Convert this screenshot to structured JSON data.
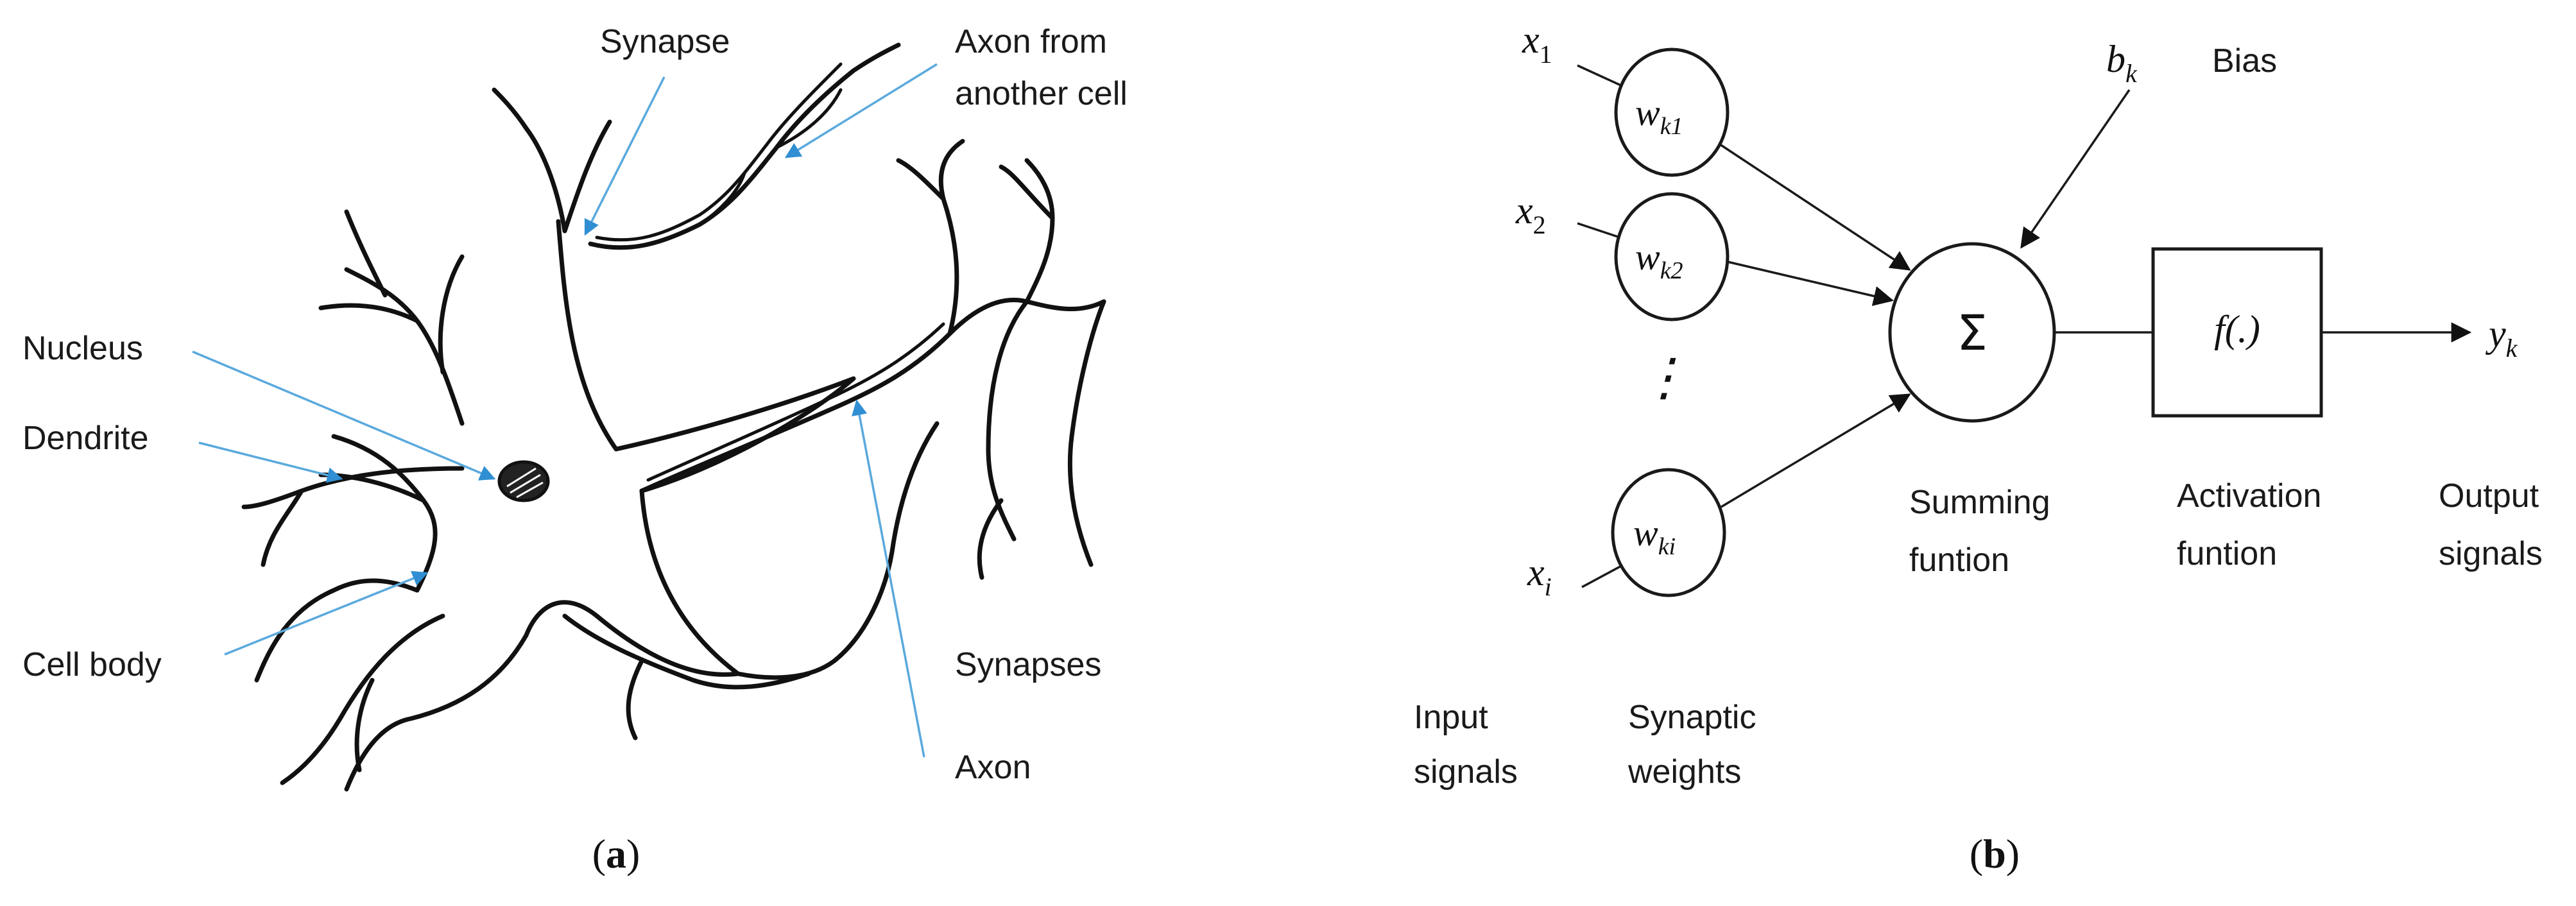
{
  "panel_a": {
    "labels": {
      "synapse": "Synapse",
      "axon_from_another_cell_line1": "Axon from",
      "axon_from_another_cell_line2": "another cell",
      "nucleus": "Nucleus",
      "dendrite": "Dendrite",
      "cell_body": "Cell body",
      "synapses": "Synapses",
      "axon": "Axon"
    },
    "caption": {
      "open": "(",
      "letter": "a",
      "close": ")"
    }
  },
  "panel_b": {
    "inputs": [
      {
        "base": "x",
        "sub": "1"
      },
      {
        "base": "x",
        "sub": "2"
      },
      {
        "base": "x",
        "sub": "i"
      }
    ],
    "weights": [
      {
        "base": "w",
        "sub": "k1"
      },
      {
        "base": "w",
        "sub": "k2"
      },
      {
        "base": "w",
        "sub": "ki"
      }
    ],
    "ellipsis": "⋮",
    "bias": {
      "base": "b",
      "sub": "k",
      "label": "Bias"
    },
    "summing_symbol": "Σ",
    "activation_symbol": "f(.)",
    "output": {
      "base": "y",
      "sub": "k"
    },
    "labels": {
      "input_signals_line1": "Input",
      "input_signals_line2": "signals",
      "synaptic_weights_line1": "Synaptic",
      "synaptic_weights_line2": "weights",
      "summing_line1": "Summing",
      "summing_line2": "funtion",
      "activation_line1": "Activation",
      "activation_line2": "funtion",
      "output_line1": "Output",
      "output_line2": "signals"
    },
    "caption": {
      "open": "(",
      "letter": "b",
      "close": ")"
    }
  },
  "colors": {
    "pointer": "#2f8fd2",
    "ink": "#111111",
    "background": "#ffffff"
  }
}
